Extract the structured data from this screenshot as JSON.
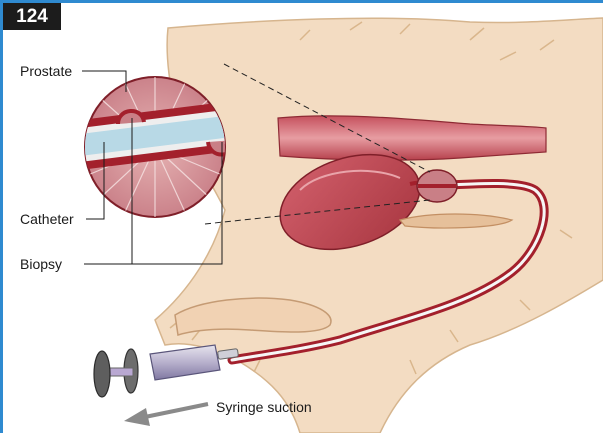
{
  "figure": {
    "number": "124",
    "labels": {
      "prostate": "Prostate",
      "catheter": "Catheter",
      "biopsy": "Biopsy",
      "syringe": "Syringe suction"
    }
  },
  "colors": {
    "frame_accent": "#2f8ad0",
    "tissue": "#f3dcc2",
    "muscle": "#b4404c",
    "prostate": "#c97f86",
    "catheter": "#a3202c",
    "catheter_lumen": "#b8d9e6"
  }
}
